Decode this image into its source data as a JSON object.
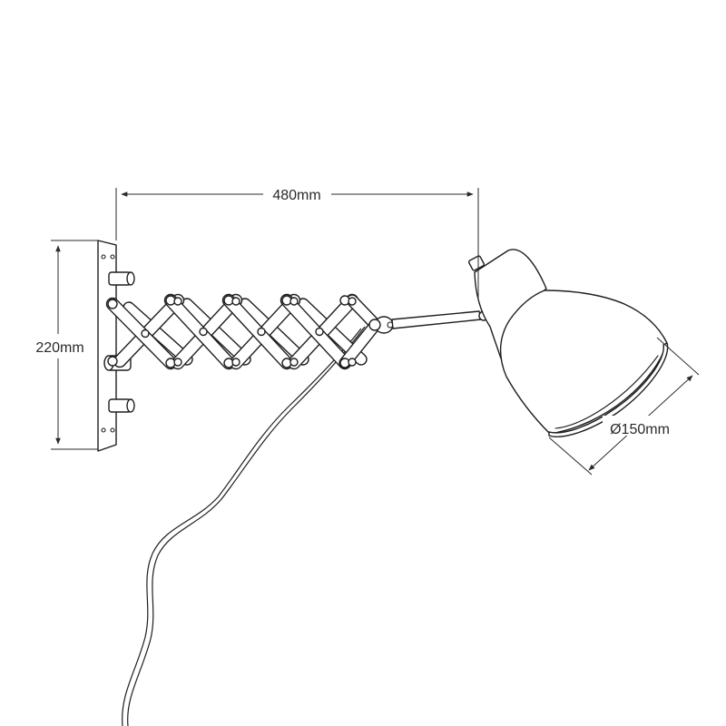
{
  "dimensions": {
    "width_label": "480mm",
    "height_label": "220mm",
    "diameter_label": "Ø150mm"
  },
  "colors": {
    "line": "#1e1e1e",
    "background": "#ffffff"
  }
}
